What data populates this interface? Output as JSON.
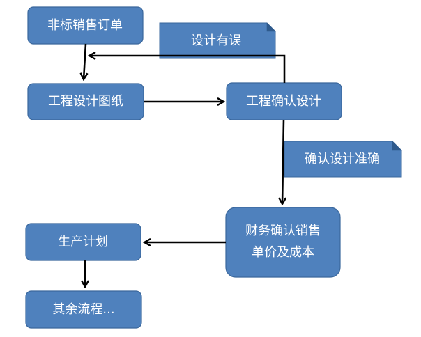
{
  "nodes": {
    "sales_order": "非标销售订单",
    "drawing": "工程设计图纸",
    "confirm_design": "工程确认设计",
    "finance_line1": "财务确认销售",
    "finance_line2": "单价及成本",
    "production_plan": "生产计划",
    "other_process": "其余流程..."
  },
  "notes": {
    "design_error": "设计有误",
    "design_correct": "确认设计准确"
  },
  "colors": {
    "box_fill": "#4F81BD",
    "box_border": "#3A679C",
    "text": "#FFFFFF",
    "arrow": "#000000"
  }
}
